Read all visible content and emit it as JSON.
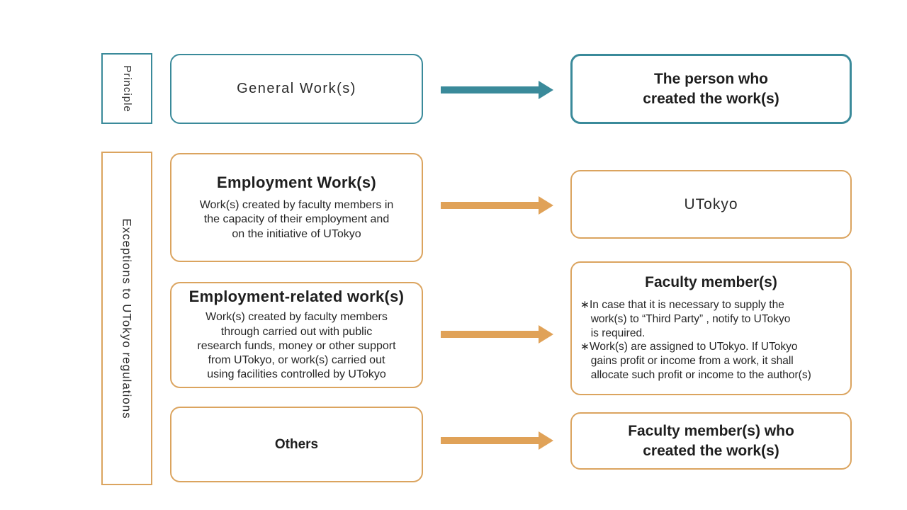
{
  "palette": {
    "teal": "#3a8a9a",
    "orange": "#dba45f",
    "arrow_orange": "#e0a258",
    "text": "#1e1e1e"
  },
  "labels": {
    "principle": "Principle",
    "exceptions": "Exceptions to UTokyo regulations"
  },
  "boxes": {
    "general_work": {
      "title": "General Work(s)"
    },
    "person_created": {
      "title": "The person who\ncreated the work(s)"
    },
    "employment_work": {
      "title": "Employment Work(s)",
      "body": "Work(s) created by faculty members in\nthe capacity of their employment and\non the initiative of UTokyo"
    },
    "employment_related": {
      "title": "Employment-related work(s)",
      "body": "Work(s) created by faculty members\nthrough carried out with public\nresearch funds, money or other support\nfrom UTokyo, or work(s) carried out\nusing facilities controlled by UTokyo"
    },
    "others": {
      "title": "Others"
    },
    "utokyo": {
      "title": "UTokyo"
    },
    "faculty_member": {
      "title": "Faculty member(s)",
      "notes": [
        "∗In case that it is necessary to supply the\nwork(s) to “Third Party” , notify to UTokyo\nis required.",
        "∗Work(s) are assigned to UTokyo. If UTokyo\ngains profit or income from a work, it shall\nallocate such profit or income to the author(s)"
      ]
    },
    "faculty_created": {
      "title": "Faculty member(s) who\ncreated the work(s)"
    }
  }
}
